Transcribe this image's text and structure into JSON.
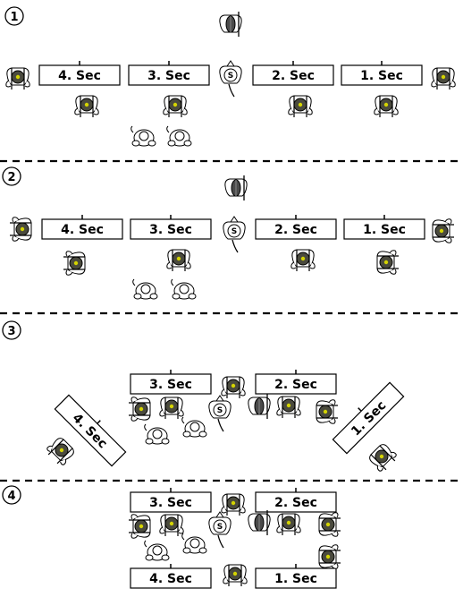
{
  "diagram": {
    "section_labels": {
      "one": "1. Sec",
      "two": "2. Sec",
      "three": "3. Sec",
      "four": "4. Sec"
    },
    "steps": [
      "1",
      "2",
      "3",
      "4"
    ],
    "sergeant_mark": "S",
    "colors": {
      "line": "#000000",
      "helmet": "#5a5a4a",
      "helmet_dot": "#c8c800",
      "paper": "#ffffff"
    },
    "icons": [
      "soldier-icon",
      "officer-icon",
      "sergeant-icon",
      "drummer-icon",
      "divider-line"
    ]
  }
}
